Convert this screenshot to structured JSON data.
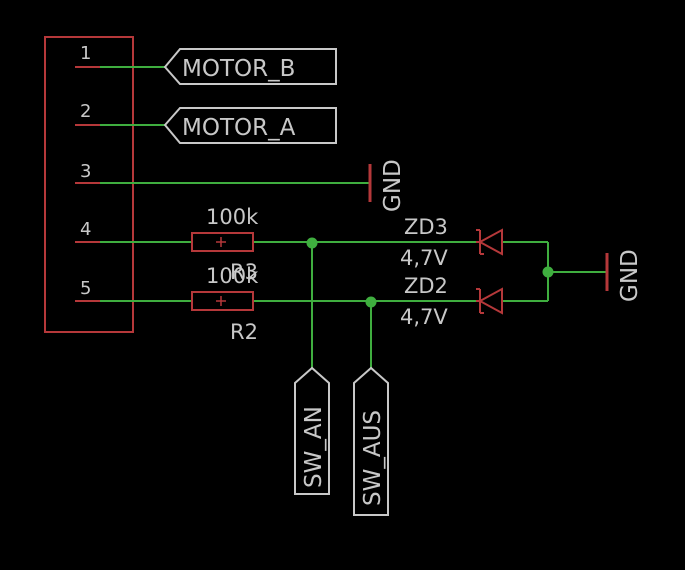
{
  "connector": {
    "pins": [
      "1",
      "2",
      "3",
      "4",
      "5"
    ]
  },
  "labels": {
    "motor_b": "MOTOR_B",
    "motor_a": "MOTOR_A",
    "gnd_top": "GND",
    "gnd_right": "GND",
    "sw_an": "SW_AN",
    "sw_aus": "SW_AUS"
  },
  "resistors": [
    {
      "value": "100k",
      "name": "R3"
    },
    {
      "value": "100k",
      "name": "R2"
    }
  ],
  "diodes": [
    {
      "name": "ZD3",
      "value": "4,7V"
    },
    {
      "name": "ZD2",
      "value": "4,7V"
    }
  ],
  "colors": {
    "background": "#000000",
    "wire": "#3fae3f",
    "part": "#b5383a",
    "label_outline": "#c8c8c8",
    "text": "#c8c8c8"
  }
}
